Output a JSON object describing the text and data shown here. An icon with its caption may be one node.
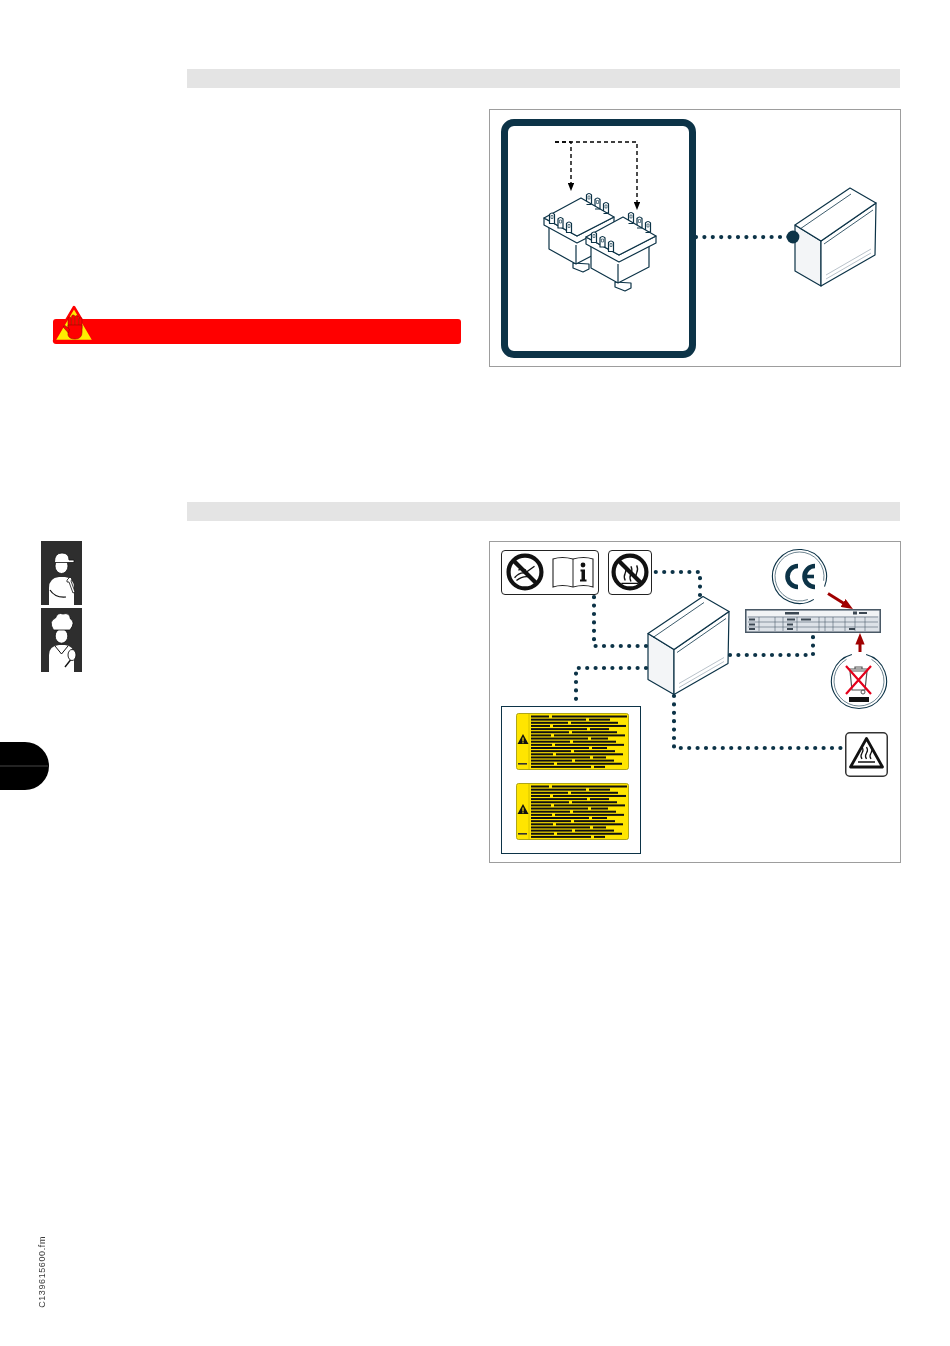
{
  "diagram": {
    "nodes": [
      {
        "text": [],
        "shape": "box"
      },
      {
        "text": [],
        "shape": "picture",
        "in": 0
      },
      {
        "text": [],
        "shape": "picture",
        "in": 0
      },
      {
        "text": [],
        "shape": "picture"
      },
      {
        "text": [],
        "shape": "picture"
      },
      {
        "text": [],
        "shape": "picture"
      },
      {
        "text": [],
        "shape": "picture"
      },
      {
        "text": [],
        "shape": "picture"
      },
      {
        "text": [],
        "shape": "picture"
      },
      {
        "text": [],
        "shape": "picture"
      },
      {
        "text": [],
        "shape": "box"
      },
      {
        "text": [],
        "shape": "picture",
        "in": 10
      },
      {
        "text": [],
        "shape": "picture",
        "in": 10
      },
      {
        "text": [],
        "shape": "picture"
      }
    ],
    "edges": [
      {
        "from": null,
        "to": 1,
        "arrow": "to",
        "style": "dashed",
        "color": "#000000"
      },
      {
        "from": null,
        "to": 2,
        "arrow": "to",
        "style": "dashed",
        "color": "#000000"
      },
      {
        "from": 0,
        "to": 3,
        "arrow": "other",
        "style": "dashed"
      },
      {
        "from": 8,
        "to": 4,
        "arrow": "none",
        "style": "dashed"
      },
      {
        "from": 8,
        "to": 5,
        "arrow": "none",
        "style": "dashed"
      },
      {
        "from": 8,
        "to": 7,
        "arrow": "none",
        "style": "dashed"
      },
      {
        "from": 8,
        "to": 10,
        "arrow": "none",
        "style": "dashed"
      },
      {
        "from": 8,
        "to": 13,
        "arrow": "none",
        "style": "dashed"
      },
      {
        "from": 6,
        "to": 7,
        "arrow": "to",
        "color": "#a00000"
      },
      {
        "from": 9,
        "to": 7,
        "arrow": "to",
        "color": "#a00000"
      }
    ],
    "labels": [
      "C139615600.fm"
    ]
  }
}
